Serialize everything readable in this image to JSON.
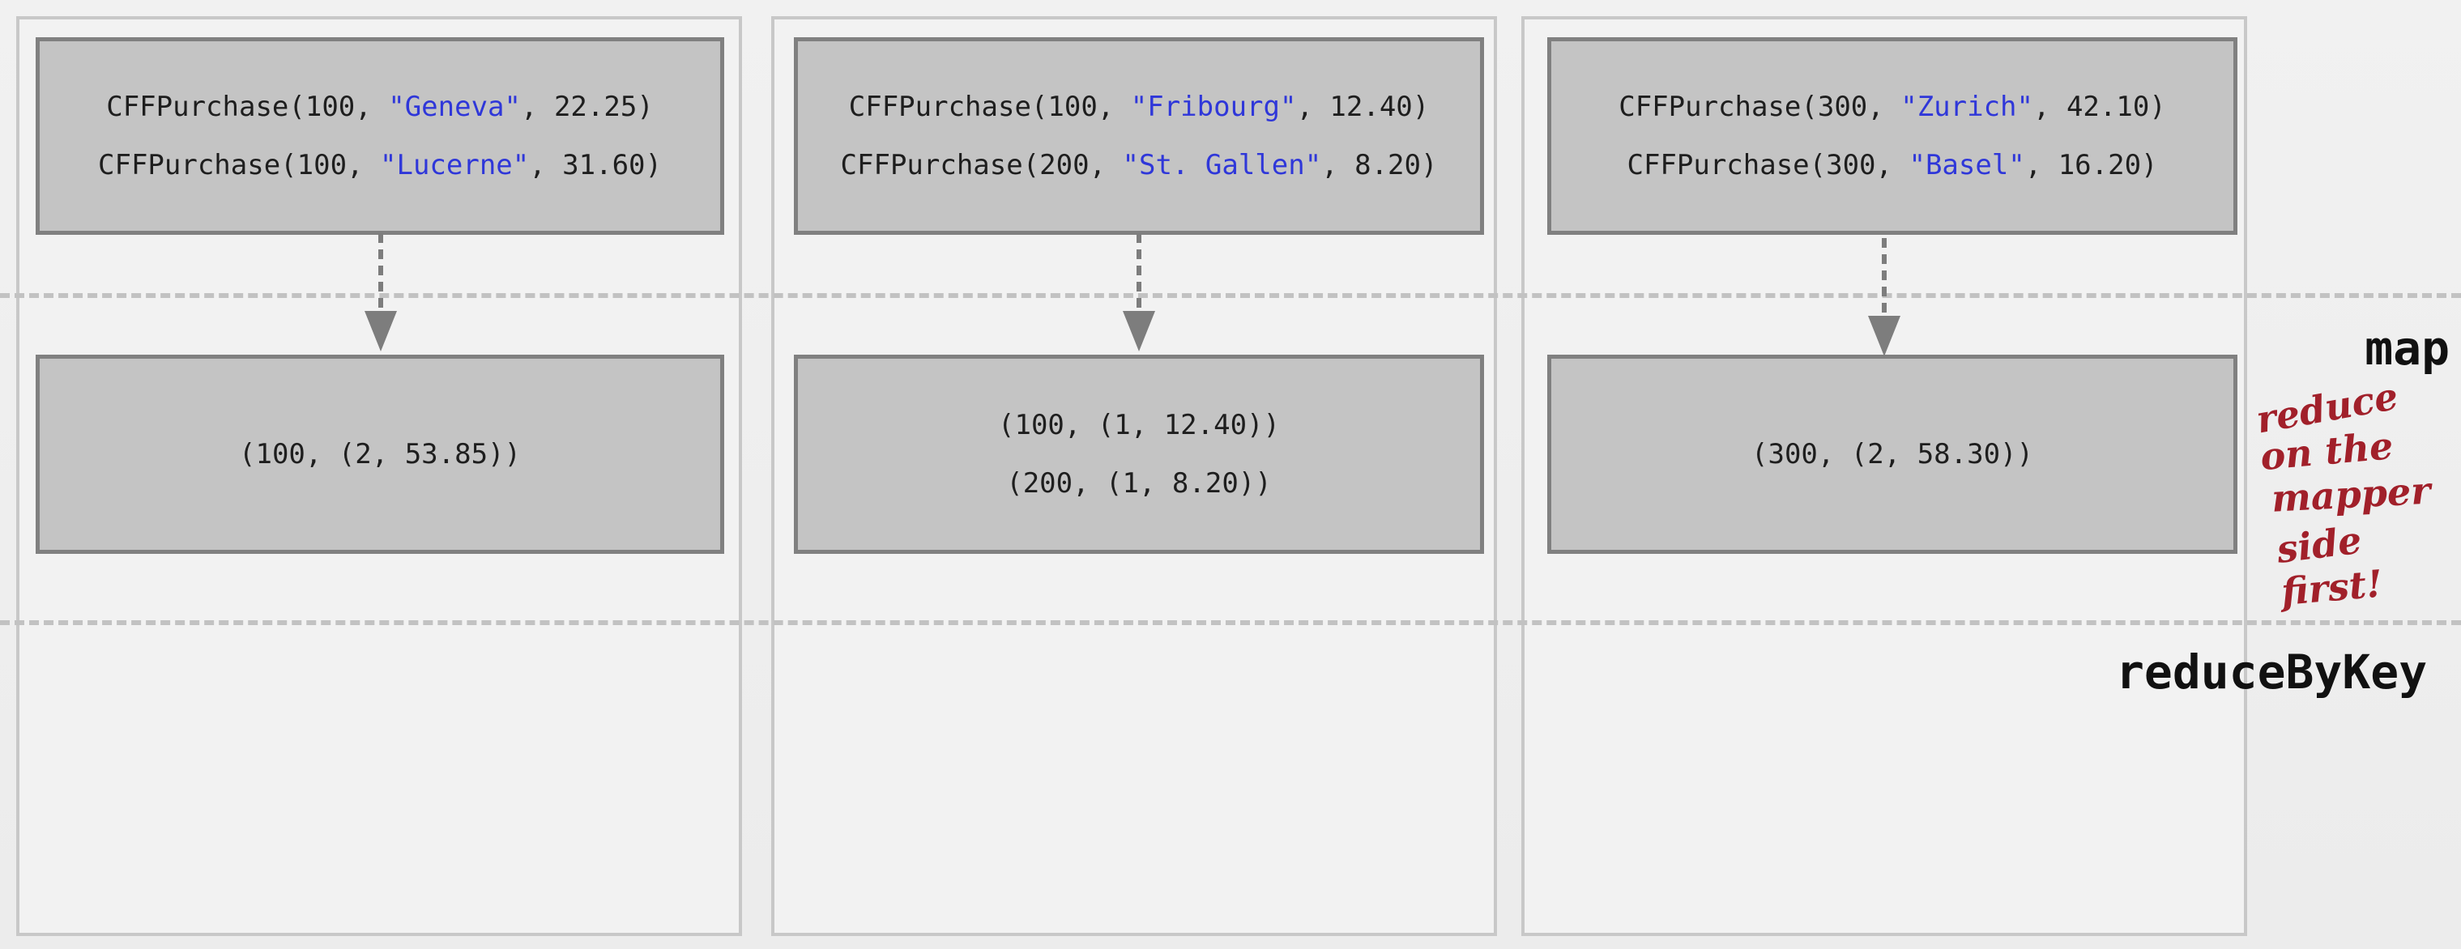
{
  "columns": [
    {
      "map_input": [
        {
          "prefix": "CFFPurchase(100, ",
          "city": "\"Geneva\"",
          "suffix": ", 22.25)"
        },
        {
          "prefix": "CFFPurchase(100, ",
          "city": "\"Lucerne\"",
          "suffix": ", 31.60)"
        }
      ],
      "map_output": [
        "(100, (2, 53.85))"
      ]
    },
    {
      "map_input": [
        {
          "prefix": "CFFPurchase(100, ",
          "city": "\"Fribourg\"",
          "suffix": ", 12.40)"
        },
        {
          "prefix": "CFFPurchase(200, ",
          "city": "\"St. Gallen\"",
          "suffix": ", 8.20)"
        }
      ],
      "map_output": [
        "(100, (1, 12.40))",
        "(200, (1, 8.20))"
      ]
    },
    {
      "map_input": [
        {
          "prefix": "CFFPurchase(300, ",
          "city": "\"Zurich\"",
          "suffix": ", 42.10)"
        },
        {
          "prefix": "CFFPurchase(300, ",
          "city": "\"Basel\"",
          "suffix": ", 16.20)"
        }
      ],
      "map_output": [
        "(300, (2, 58.30))"
      ]
    }
  ],
  "stage_labels": {
    "map": "map",
    "reduce_by_key": "reduceByKey"
  },
  "annotation": [
    "reduce",
    "on the",
    "mapper",
    "side",
    "first!"
  ],
  "colors": {
    "box_fill": "#c4c4c4",
    "box_border": "#808080",
    "string_literal": "#2f37d9",
    "annotation": "#a1202a",
    "divider": "#c2c2c2",
    "arrow": "#7d7d7d"
  }
}
